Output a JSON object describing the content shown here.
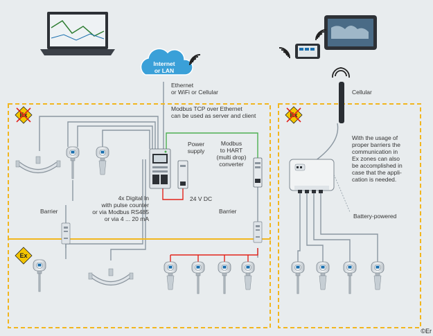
{
  "cloud": {
    "label_line1": "Internet",
    "label_line2": "or LAN"
  },
  "connectivity_note": {
    "line1": "Ethernet",
    "line2": "or WiFi or Cellular"
  },
  "modbus_tcp_note": {
    "line1": "Modbus TCP over Ethernet",
    "line2": "can be used as server and client"
  },
  "power_supply": {
    "line1": "Power",
    "line2": "supply"
  },
  "hart_converter": {
    "line1": "Modbus",
    "line2": "to HART",
    "line3": "(multi drop)",
    "line4": "converter"
  },
  "dc_label": "24 V DC",
  "inputs_note": {
    "line1": "4x Digital In",
    "line2": "with pulse counter",
    "line3": "or via Modbus RS485",
    "line4": "or via 4 ... 20 mA"
  },
  "barrier_left": "Barrier",
  "barrier_right": "Barrier",
  "cellular_label": "Cellular",
  "barrier_note": {
    "line1": "With the usage of",
    "line2": "proper barriers the",
    "line3": "communication in",
    "line4": "Ex zones can also",
    "line5": "be accomplished in",
    "line6": "case that the appli-",
    "line7": "cation is needed."
  },
  "battery_label": "Battery-powered",
  "ex_mark": "Ex",
  "copyright": "©Er",
  "colors": {
    "zone_border": "#f2b61e",
    "ex_fill": "#f2c400",
    "ex_stroke": "#e2231a",
    "cloud": "#3aa0d8",
    "power_line": "#e2231a",
    "ethernet_line": "#4caf50",
    "wire": "#8a96a0"
  }
}
